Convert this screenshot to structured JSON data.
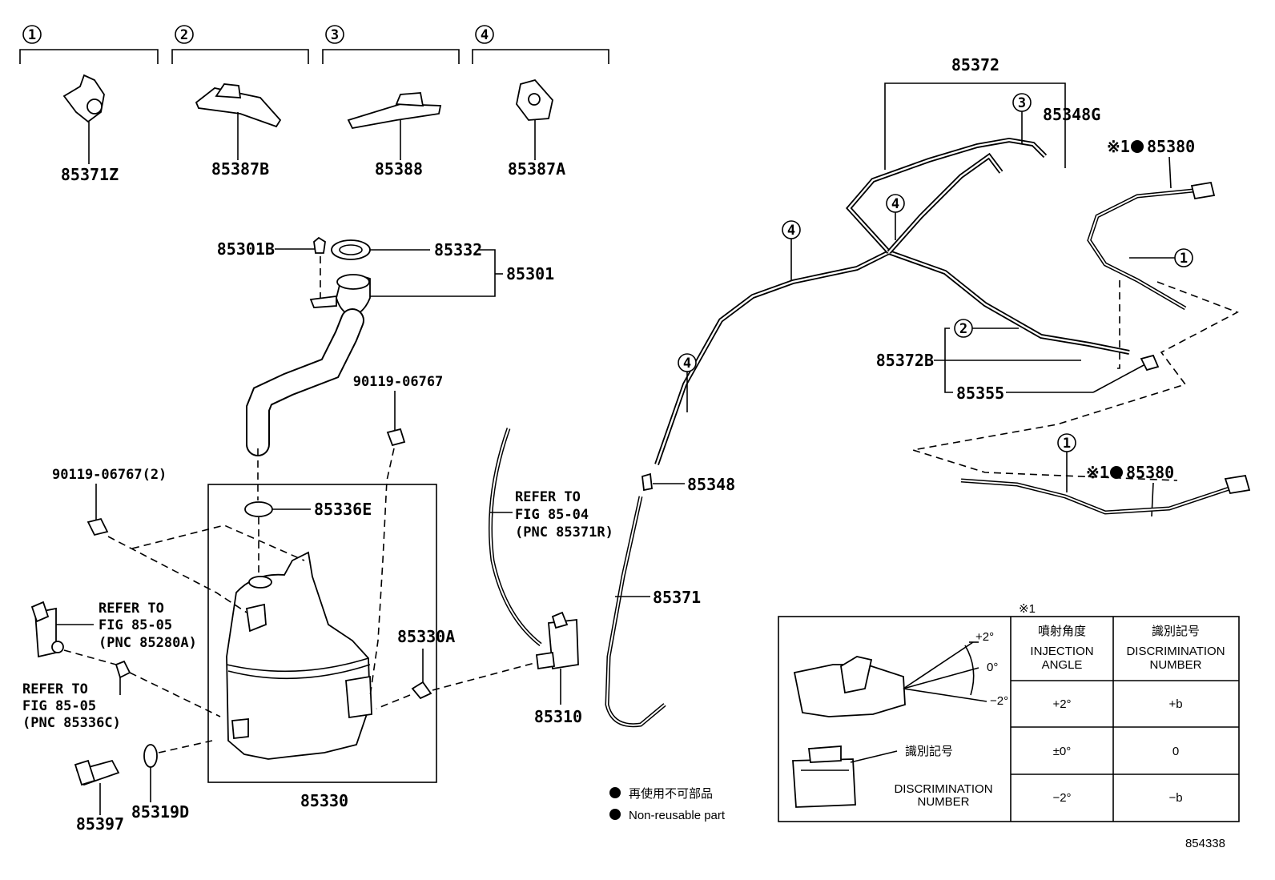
{
  "clip_groups": [
    {
      "num": "1",
      "part": "85371Z"
    },
    {
      "num": "2",
      "part": "85387B"
    },
    {
      "num": "3",
      "part": "85388"
    },
    {
      "num": "4",
      "part": "85387A"
    }
  ],
  "parts": {
    "p85301B": "85301B",
    "p85332": "85332",
    "p85301": "85301",
    "p90119_a": "90119-06767",
    "p90119_b": "90119-06767(2)",
    "p85336E": "85336E",
    "p85330A": "85330A",
    "p85330": "85330",
    "p85397": "85397",
    "p85319D": "85319D",
    "p85310": "85310",
    "p85348": "85348",
    "p85371": "85371",
    "p85372": "85372",
    "p85348G": "85348G",
    "p85372B": "85372B",
    "p85355": "85355",
    "p85380_a": "85380",
    "p85380_b": "85380"
  },
  "refs": {
    "r1": [
      "REFER TO",
      "FIG 85-05",
      "(PNC 85280A)"
    ],
    "r2": [
      "REFER TO",
      "FIG 85-05",
      "(PNC 85336C)"
    ],
    "r3": [
      "REFER TO",
      "FIG 85-04",
      "(PNC 85371R)"
    ]
  },
  "callout_nums": {
    "c1": "1",
    "c2": "2",
    "c3": "3",
    "c4": "4"
  },
  "mark": "※1",
  "legend": {
    "jp": "再使用不可部品",
    "en": "Non-reusable part"
  },
  "table": {
    "mark": "※1",
    "col1_jp": "噴射角度",
    "col1_en": [
      "INJECTION",
      "ANGLE"
    ],
    "col2_jp": "識別記号",
    "col2_en": [
      "DISCRIMINATION",
      "NUMBER"
    ],
    "rows": [
      {
        "angle": "+2°",
        "num": "+b"
      },
      {
        "angle": "±0°",
        "num": "0"
      },
      {
        "angle": "−2°",
        "num": "−b"
      }
    ],
    "angle_labels": [
      "+2°",
      "0°",
      "−2°"
    ],
    "ident_jp": "識別記号",
    "ident_en": [
      "DISCRIMINATION",
      "NUMBER"
    ]
  },
  "figure_id": "854338"
}
